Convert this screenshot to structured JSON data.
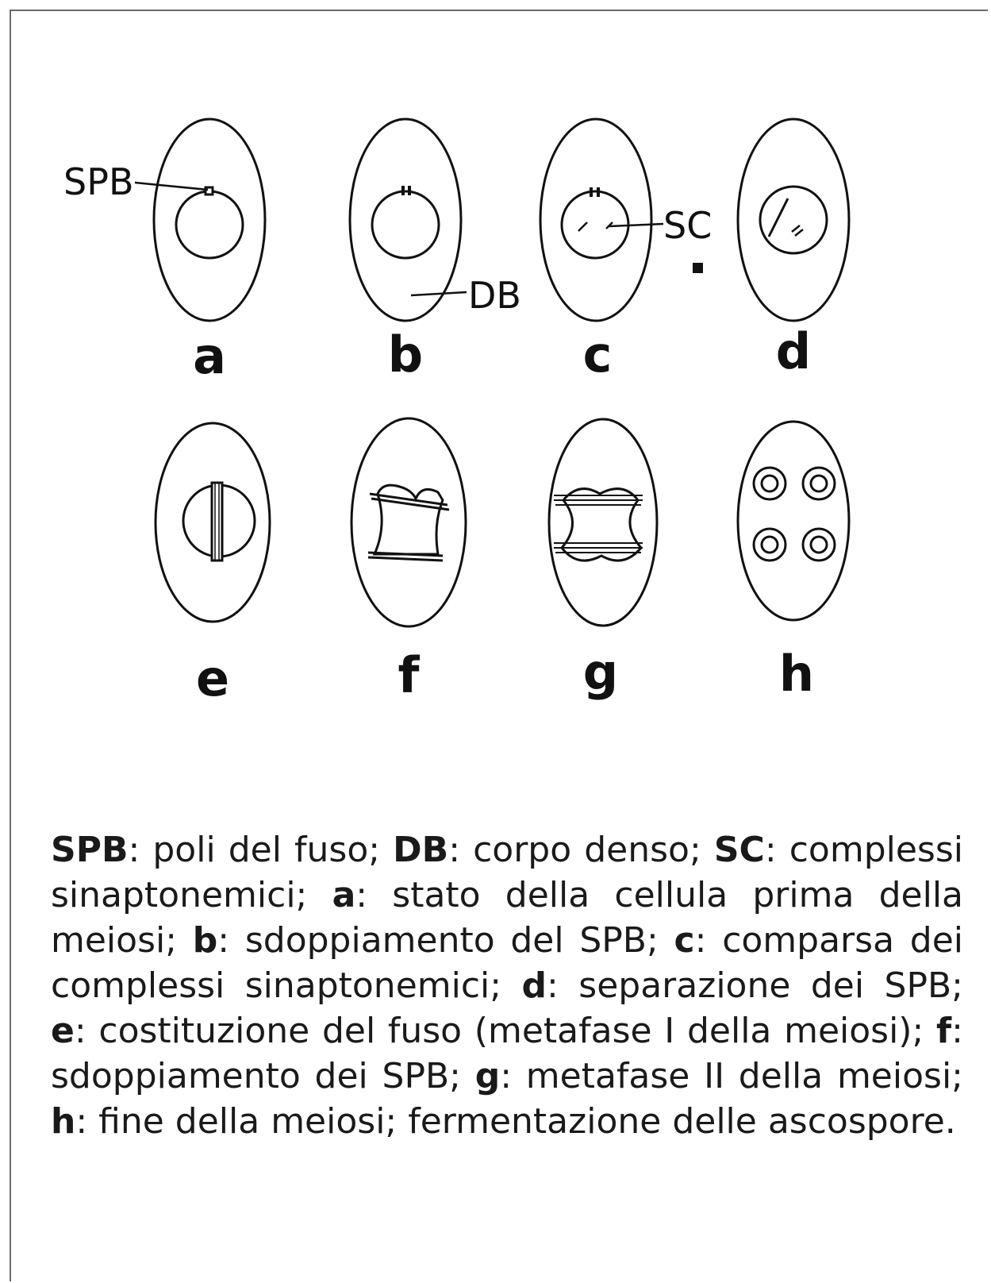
{
  "labels": {
    "spb": "SPB",
    "db": "DB",
    "sc": "SC"
  },
  "stages": [
    "a",
    "b",
    "c",
    "d",
    "e",
    "f",
    "g",
    "h"
  ],
  "caption": [
    {
      "key": "SPB",
      "text": ": poli del fuso; "
    },
    {
      "key": "DB",
      "text": ": corpo denso; "
    },
    {
      "key": "SC",
      "text": ": complessi sinaptonemici; "
    },
    {
      "key": "a",
      "text": ": stato della cellula prima della meiosi; "
    },
    {
      "key": "b",
      "text": ": sdoppiamento del SPB; "
    },
    {
      "key": "c",
      "text": ": comparsa dei complessi sinaptonemici; "
    },
    {
      "key": "d",
      "text": ": separazione dei SPB; "
    },
    {
      "key": "e",
      "text": ": costituzione del fuso (metafase I della meiosi); "
    },
    {
      "key": "f",
      "text": ": sdoppiamento dei SPB; "
    },
    {
      "key": "g",
      "text": ": metafase II della meiosi; "
    },
    {
      "key": "h",
      "text": ": fine della meiosi; fermentazione delle ascospore."
    }
  ]
}
